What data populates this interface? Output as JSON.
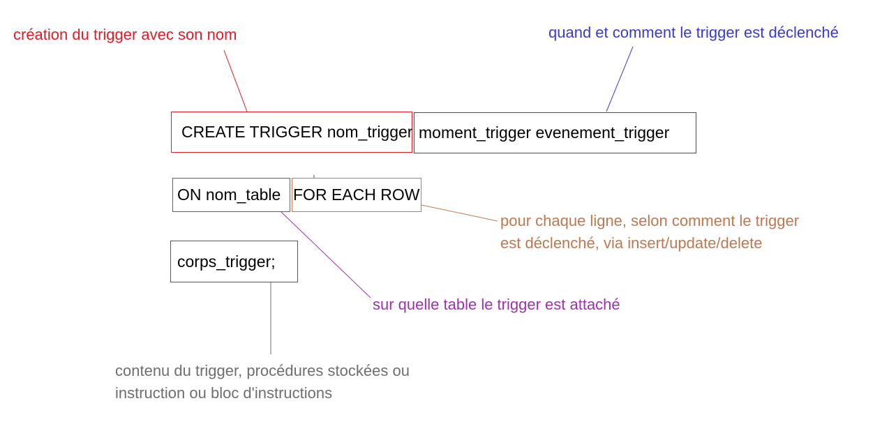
{
  "colors": {
    "red": "#e31b23",
    "blue": "#3a3ad0",
    "purple": "#a030b0",
    "orange": "#c07850",
    "gray": "#6e6e6e",
    "box_text": "#000000"
  },
  "code": {
    "create": "CREATE TRIGGER nom_trigger",
    "moment": "moment_trigger evenement_trigger",
    "on_table": "ON nom_table",
    "for_each": "FOR EACH ROW",
    "body": "corps_trigger;"
  },
  "annotations": {
    "create": "création du trigger avec son nom",
    "moment": "quand et comment le trigger est déclenché",
    "for_each": [
      "pour chaque ligne, selon comment le trigger",
      "est déclenché, via insert/update/delete"
    ],
    "on_table": "sur quelle table le trigger est attaché",
    "body": [
      "contenu du trigger, procédures stockées ou",
      "instruction ou bloc d'instructions"
    ]
  }
}
